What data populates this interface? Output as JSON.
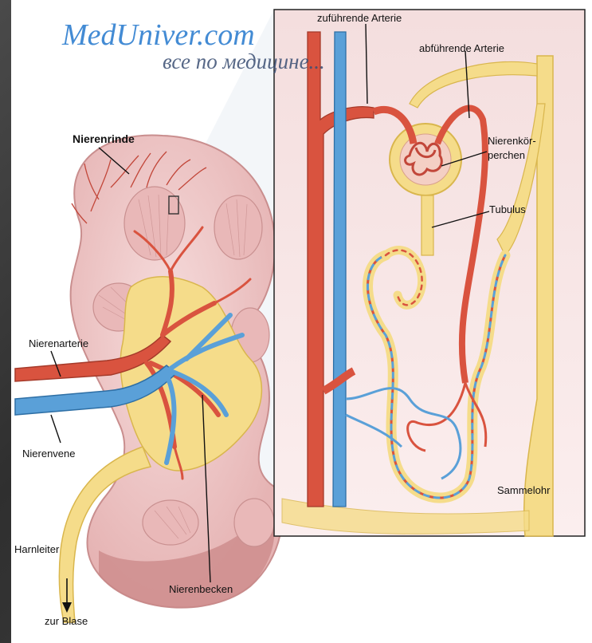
{
  "watermark": {
    "title": "MedUniver.com",
    "subtitle": "все по медицине..."
  },
  "labels": {
    "nierenrinde": "Nierenrinde",
    "zufuehrende_arterie": "zuführende Arterie",
    "abfuehrende_arterie": "abführende Arterie",
    "nierenkoerperchen_1": "Nierenkör-",
    "nierenkoerperchen_2": "perchen",
    "tubulus": "Tubulus",
    "nierenarterie": "Nierenarterie",
    "nierenvene": "Nierenvene",
    "sammelrohr": "Sammelohr",
    "harnleiter": "Harnleiter",
    "nierenbecken": "Nierenbecken",
    "zur_blase": "zur Blase"
  },
  "colors": {
    "artery": "#d9533f",
    "vein": "#5aa0d8",
    "tubule": "#f5dc8a",
    "cortex": "#f0cfcf",
    "panel_bg": "#f7e6e6"
  }
}
